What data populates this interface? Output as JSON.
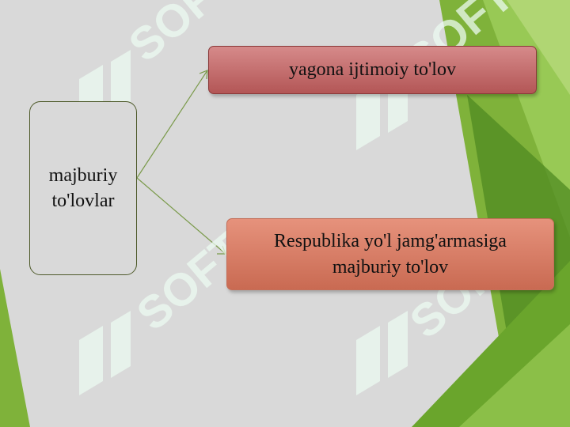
{
  "diagram": {
    "source": {
      "label": "majburiy to'lovlar"
    },
    "targets": [
      {
        "label": "yagona ijtimoiy to'lov"
      },
      {
        "label": "Respublika yo'l jamg'armasiga majburiy to'lov"
      }
    ]
  },
  "watermark": {
    "text": "SOFT"
  },
  "colors": {
    "background": "#d9d9d9",
    "accent_green": "#7fba3f",
    "top_box": "#c06c6c",
    "bottom_box": "#d97f68",
    "connector": "#7a9a4a"
  }
}
